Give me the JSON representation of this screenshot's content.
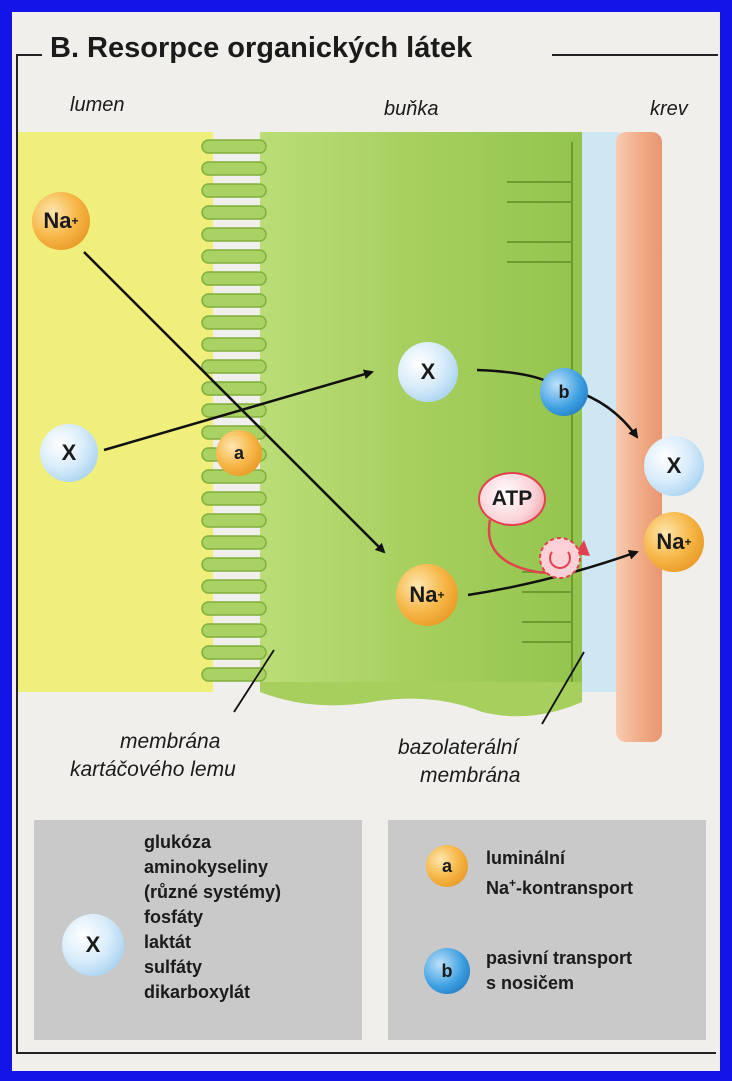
{
  "title": "B. Resorpce organických látek",
  "zones": {
    "lumen": "lumen",
    "cell": "buňka",
    "blood": "krev"
  },
  "ions": {
    "na_label": "Na",
    "x_label": "X",
    "a_label": "a",
    "b_label": "b",
    "atp_label": "ATP"
  },
  "membrane_labels": {
    "brush_border_line1": "membrána",
    "brush_border_line2": "kartáčového lemu",
    "basolateral_line1": "bazolaterální",
    "basolateral_line2": "membrána"
  },
  "legend": {
    "x_substances": [
      "glukóza",
      "aminokyseliny",
      "(různé systémy)",
      "fosfáty",
      "laktát",
      "sulfáty",
      "dikarboxylát"
    ],
    "a_line1": "luminální",
    "a_line2_prefix": "Na",
    "a_line2_suffix": "-kontransport",
    "b_line1": "pasivní transport",
    "b_line2": "s nosičem"
  },
  "colors": {
    "lumen": "#f0ef7c",
    "cell": "#a9d163",
    "blood": "#f2b392",
    "interstitium": "#cfe6f3",
    "frame_blue": "#1414e8"
  }
}
